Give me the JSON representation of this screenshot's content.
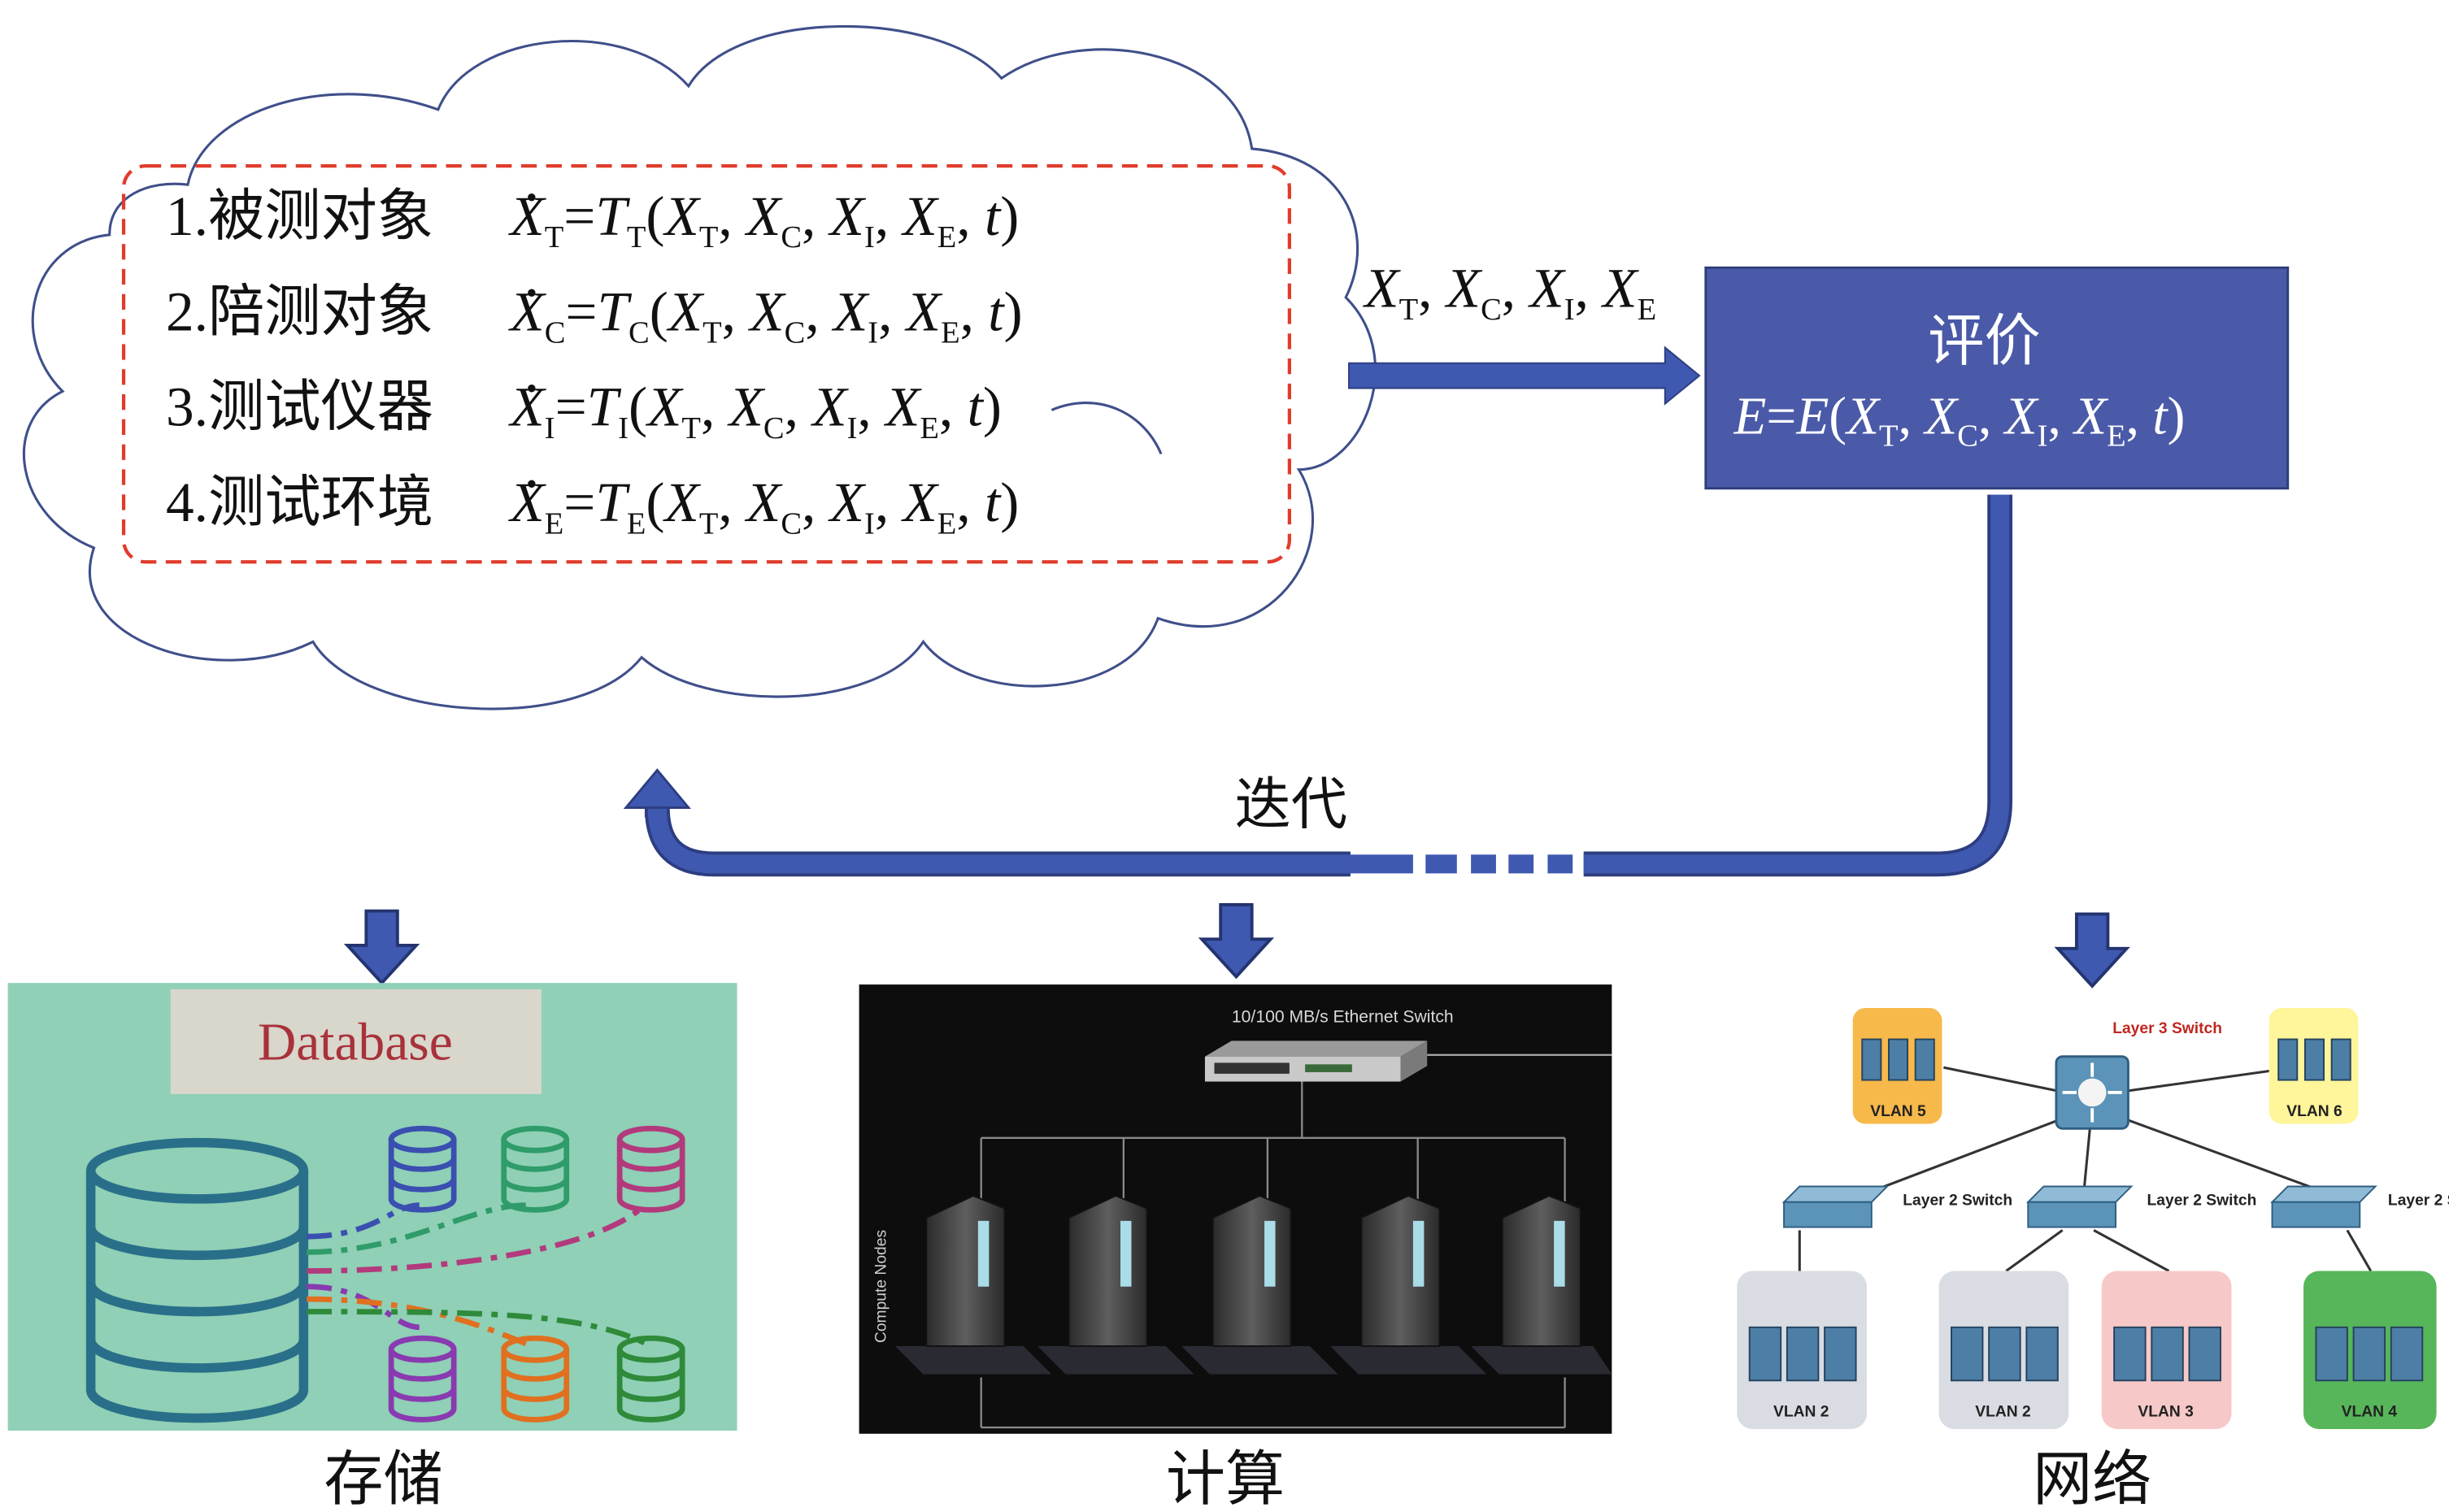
{
  "items": [
    {
      "label": "1.被测对象",
      "sub": "T"
    },
    {
      "label": "2.陪测对象",
      "sub": "C"
    },
    {
      "label": "3.测试仪器",
      "sub": "I"
    },
    {
      "label": "4.测试环境",
      "sub": "E"
    }
  ],
  "arrow_vars": {
    "X": "X",
    "subs": [
      "T",
      "C",
      "I",
      "E"
    ]
  },
  "eval": {
    "title": "评价",
    "func": "E",
    "t": "t"
  },
  "iterate_label": "迭代",
  "panels": {
    "storage": {
      "caption": "存储",
      "db_label": "Database"
    },
    "compute": {
      "caption": "计算",
      "switch_label": "10/100 MB/s Ethernet Switch",
      "nodes_label": "Compute Nodes"
    },
    "network": {
      "caption": "网络",
      "layer3_label": "Layer 3 Switch",
      "layer2_label": "Layer 2 Switch",
      "vlans": [
        "VLAN 5",
        "VLAN 6",
        "VLAN 2",
        "VLAN 2",
        "VLAN 3",
        "VLAN 4"
      ]
    }
  },
  "colors": {
    "cloud_stroke": "#3f4f8a",
    "dash_box": "#e03c2c",
    "eval_fill": "#4a5aa8",
    "arrow": "#3f58b0",
    "storage_bg": "#8fd0b6",
    "db_label_bg": "#d9d6cc",
    "db_label_text": "#a8323a",
    "compute_bg": "#0d0d0d"
  }
}
